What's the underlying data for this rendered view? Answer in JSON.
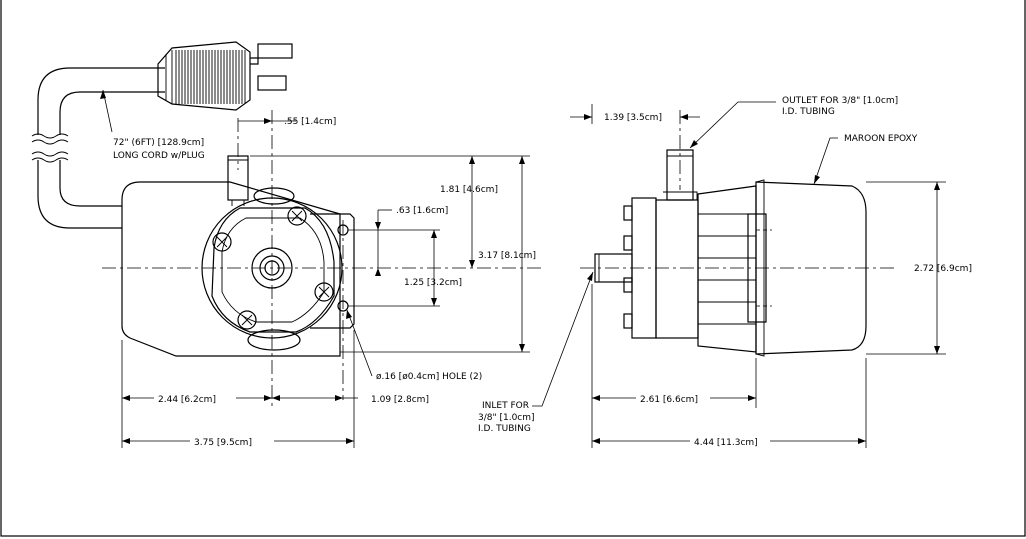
{
  "front_view": {
    "cord_label_line1": "72\" (6FT) [128.9cm]",
    "cord_label_line2": "LONG CORD w/PLUG",
    "dim_offset": ".55 [1.4cm]",
    "dim_height": "1.81 [4.6cm]",
    "dim_overall_height": "3.17 [8.1cm]",
    "dim_hole_spacing_top": ".63 [1.6cm]",
    "dim_hole_spacing": "1.25 [3.2cm]",
    "hole_note": "ø.16 [ø0.4cm] HOLE (2)",
    "dim_center_left": "2.44 [6.2cm]",
    "dim_center_right": "1.09 [2.8cm]",
    "dim_overall_width": "3.75 [9.5cm]"
  },
  "side_view": {
    "dim_outlet_offset": "1.39 [3.5cm]",
    "outlet_note_line1": "OUTLET FOR 3/8\" [1.0cm]",
    "outlet_note_line2": "I.D. TUBING",
    "epoxy_note": "MAROON EPOXY",
    "dim_body_height": "2.72 [6.9cm]",
    "inlet_note_line1": "INLET FOR",
    "inlet_note_line2": "3/8\" [1.0cm]",
    "inlet_note_line3": "I.D. TUBING",
    "dim_inlet_to_body": "2.61 [6.6cm]",
    "dim_overall_length": "4.44 [11.3cm]"
  }
}
